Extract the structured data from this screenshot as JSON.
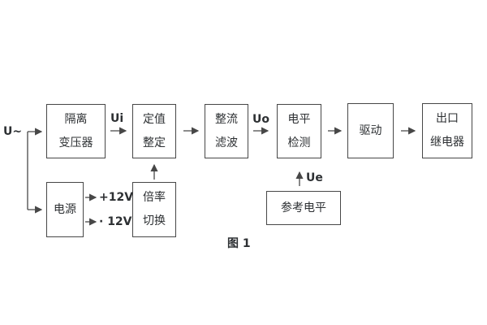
{
  "figure": {
    "caption": "图 1",
    "input_label": "U~",
    "blocks": {
      "isolation_transformer": {
        "line1": "隔离",
        "line2": "变压器"
      },
      "setting_adjust": {
        "line1": "定值",
        "line2": "整定"
      },
      "rectifier_filter": {
        "line1": "整流",
        "line2": "滤波"
      },
      "level_detection": {
        "line1": "电平",
        "line2": "检测"
      },
      "driver": {
        "line1": "驱动"
      },
      "output_relay": {
        "line1": "出口",
        "line2": "继电器"
      },
      "power_supply": {
        "line1": "电源"
      },
      "ratio_switch": {
        "line1": "倍率",
        "line2": "切换"
      },
      "reference_level": {
        "line1": "参考电平"
      }
    },
    "signal_labels": {
      "ui": "Ui",
      "uo": "Uo",
      "ue": "Ue",
      "plus_12v": "+12V",
      "minus_12v": "· 12V"
    },
    "colors": {
      "line": "#474747",
      "text": "#2d3033",
      "background": "#ffffff"
    }
  }
}
